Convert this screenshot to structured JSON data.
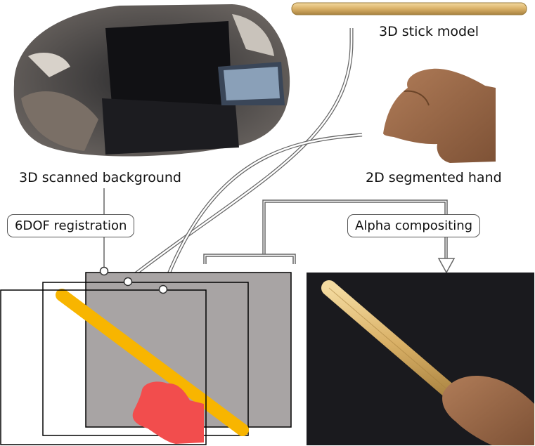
{
  "labels": {
    "background": "3D scanned background",
    "stick": "3D stick model",
    "hand": "2D segmented hand",
    "registration": "6DOF registration",
    "compositing": "Alpha compositing"
  },
  "colors": {
    "stick_layer": "#f8b500",
    "hand_layer": "#f24d4d",
    "background_layer": "#a8a4a4",
    "stick_model": "#d9b46a",
    "hand_skin": "#9c6b4a",
    "composite_bg": "#1a1a1e"
  }
}
